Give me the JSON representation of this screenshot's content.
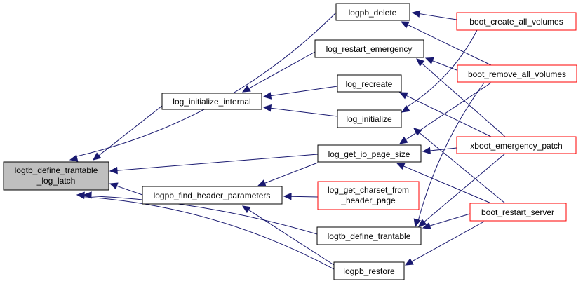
{
  "colors": {
    "edge": "#191970",
    "root_fill": "#bfbfbf",
    "normal_border": "#000000",
    "external_border": "#ff0000"
  },
  "nodes": {
    "root": {
      "lines": [
        "logtb_define_trantable",
        "_log_latch"
      ]
    },
    "log_initialize_internal": {
      "lines": [
        "log_initialize_internal"
      ]
    },
    "logpb_find_header_parameters": {
      "lines": [
        "logpb_find_header_parameters"
      ]
    },
    "logpb_delete": {
      "lines": [
        "logpb_delete"
      ]
    },
    "log_restart_emergency": {
      "lines": [
        "log_restart_emergency"
      ]
    },
    "log_recreate": {
      "lines": [
        "log_recreate"
      ]
    },
    "log_initialize": {
      "lines": [
        "log_initialize"
      ]
    },
    "log_get_io_page_size": {
      "lines": [
        "log_get_io_page_size"
      ]
    },
    "log_get_charset_from_header_page": {
      "lines": [
        "log_get_charset_from",
        "_header_page"
      ]
    },
    "logtb_define_trantable": {
      "lines": [
        "logtb_define_trantable"
      ]
    },
    "logpb_restore": {
      "lines": [
        "logpb_restore"
      ]
    },
    "boot_create_all_volumes": {
      "lines": [
        "boot_create_all_volumes"
      ]
    },
    "boot_remove_all_volumes": {
      "lines": [
        "boot_remove_all_volumes"
      ]
    },
    "xboot_emergency_patch": {
      "lines": [
        "xboot_emergency_patch"
      ]
    },
    "boot_restart_server": {
      "lines": [
        "boot_restart_server"
      ]
    }
  }
}
